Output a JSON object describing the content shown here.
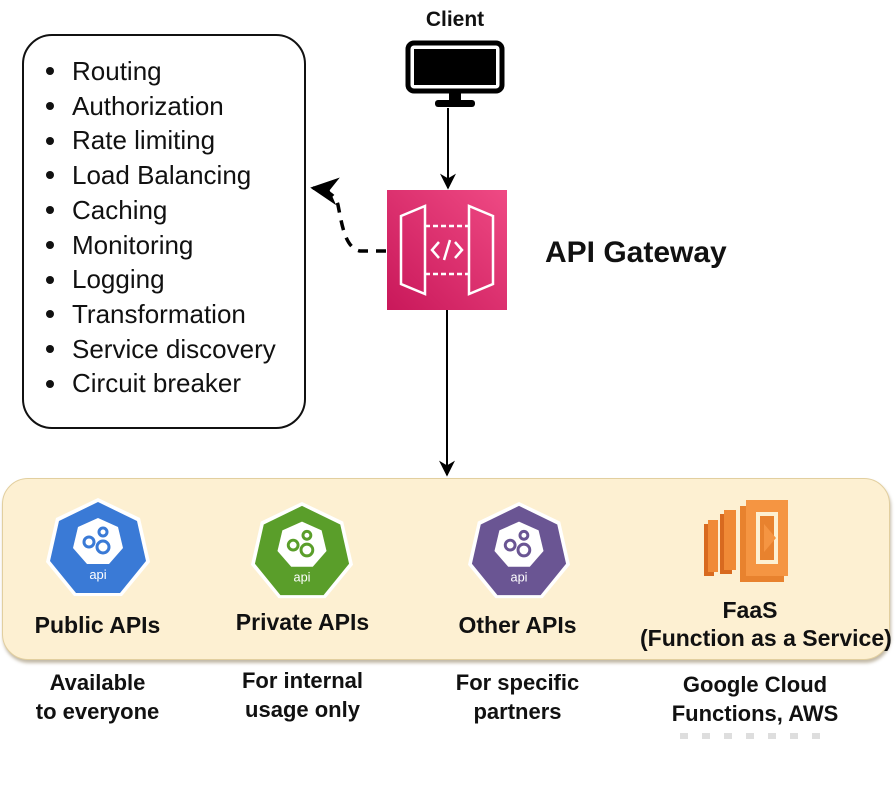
{
  "client": {
    "label": "Client",
    "icon": "monitor-icon"
  },
  "gateway": {
    "label": "API Gateway",
    "icon": "api-gateway-icon",
    "color": "#dd2e6e"
  },
  "features": {
    "items": [
      "Routing",
      "Authorization",
      "Rate limiting",
      "Load Balancing",
      "Caching",
      "Monitoring",
      "Logging",
      "Transformation",
      "Service discovery",
      "Circuit breaker"
    ]
  },
  "services": [
    {
      "title": "Public APIs",
      "desc_line1": "Available",
      "desc_line2": "to everyone",
      "icon": "api-gears-icon",
      "icon_text": "api",
      "color": "#3a7ad6"
    },
    {
      "title": "Private APIs",
      "desc_line1": "For internal",
      "desc_line2": "usage only",
      "icon": "api-gears-icon",
      "icon_text": "api",
      "color": "#5a9e2a"
    },
    {
      "title": "Other APIs",
      "desc_line1": "For specific",
      "desc_line2": "partners",
      "icon": "api-gears-icon",
      "icon_text": "api",
      "color": "#6a5593"
    },
    {
      "title": "FaaS",
      "title_line2": "(Function as a Service)",
      "desc_line1": "Google Cloud",
      "desc_line2": "Functions, AWS",
      "icon": "lambda-icon",
      "color": "#e8822e"
    }
  ],
  "colors": {
    "panel_background": "#fdf0d2",
    "panel_border": "#e2cf9f"
  }
}
